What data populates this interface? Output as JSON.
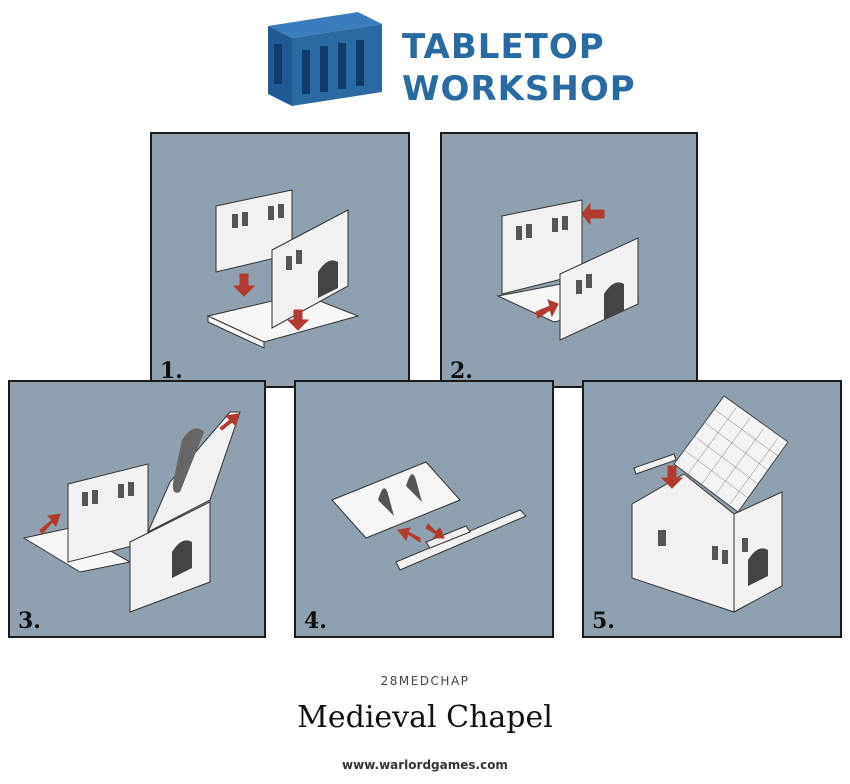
{
  "brand": {
    "line1": "TABLETOP",
    "line2": "WORKSHOP",
    "color": "#2a6aa3"
  },
  "steps": [
    {
      "label": "1."
    },
    {
      "label": "2."
    },
    {
      "label": "3."
    },
    {
      "label": "4."
    },
    {
      "label": "5."
    }
  ],
  "panel_color": "#8fa1ae",
  "arrow_color": "#b23a2e",
  "product": {
    "code": "28MEDCHAP",
    "name": "Medieval Chapel",
    "url": "www.warlordgames.com"
  }
}
